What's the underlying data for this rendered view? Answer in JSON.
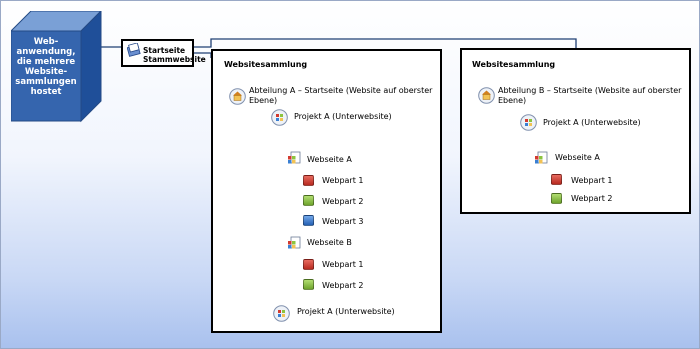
{
  "colors": {
    "webpart_red": "#d23a2f",
    "webpart_green": "#8cc43f",
    "webpart_blue": "#3a7fd2",
    "cube_blue": "#3565ae",
    "connector": "#1f3f73"
  },
  "server": {
    "label": "Web-anwendung, die mehrere Website-sammlungen hostet"
  },
  "root_site": {
    "line1": "Startseite",
    "line2": "Stammwebsite"
  },
  "collection_a": {
    "title": "Websitesammlung",
    "top_site": "Abteilung A – Startseite (Website auf oberster Ebene)",
    "subsite_1": "Projekt A (Unterwebsite)",
    "page_a": "Webseite A",
    "page_a_parts": [
      "Webpart 1",
      "Webpart 2",
      "Webpart 3"
    ],
    "page_b": "Webseite B",
    "page_b_parts": [
      "Webpart 1",
      "Webpart 2"
    ],
    "subsite_2": "Projekt A (Unterwebsite)"
  },
  "collection_b": {
    "title": "Websitesammlung",
    "top_site": "Abteilung B – Startseite (Website auf oberster Ebene)",
    "subsite_1": "Projekt A (Unterwebsite)",
    "page_a": "Webseite A",
    "page_a_parts": [
      "Webpart 1",
      "Webpart 2"
    ]
  }
}
